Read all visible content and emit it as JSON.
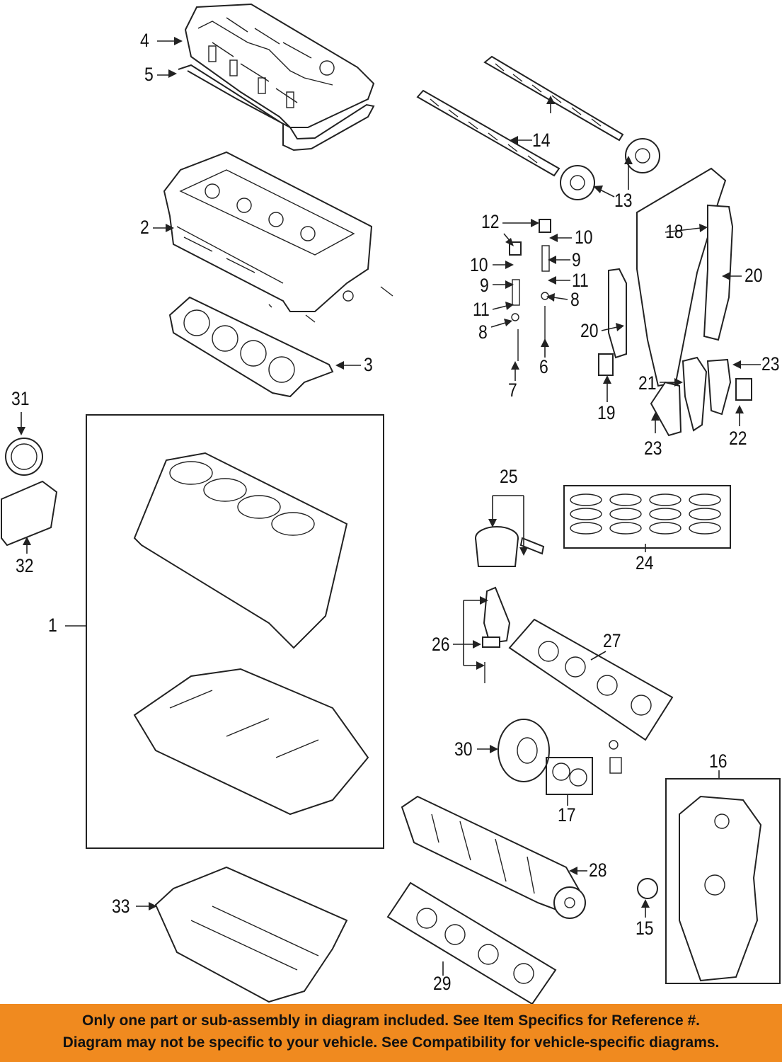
{
  "callouts": [
    "1",
    "2",
    "3",
    "4",
    "5",
    "6",
    "7",
    "8",
    "8",
    "9",
    "9",
    "10",
    "10",
    "11",
    "11",
    "12",
    "13",
    "14",
    "15",
    "16",
    "17",
    "18",
    "19",
    "20",
    "20",
    "21",
    "22",
    "23",
    "23",
    "24",
    "25",
    "26",
    "27",
    "28",
    "29",
    "30",
    "31",
    "32",
    "33"
  ],
  "banner": {
    "line1": "Only one part or sub-assembly in diagram included. See Item Specifics for Reference #.",
    "line2": "Diagram may not be specific to your vehicle. See Compatibility for vehicle-specific diagrams.",
    "background_color": "#f08a1f",
    "text_color": "#111111"
  }
}
